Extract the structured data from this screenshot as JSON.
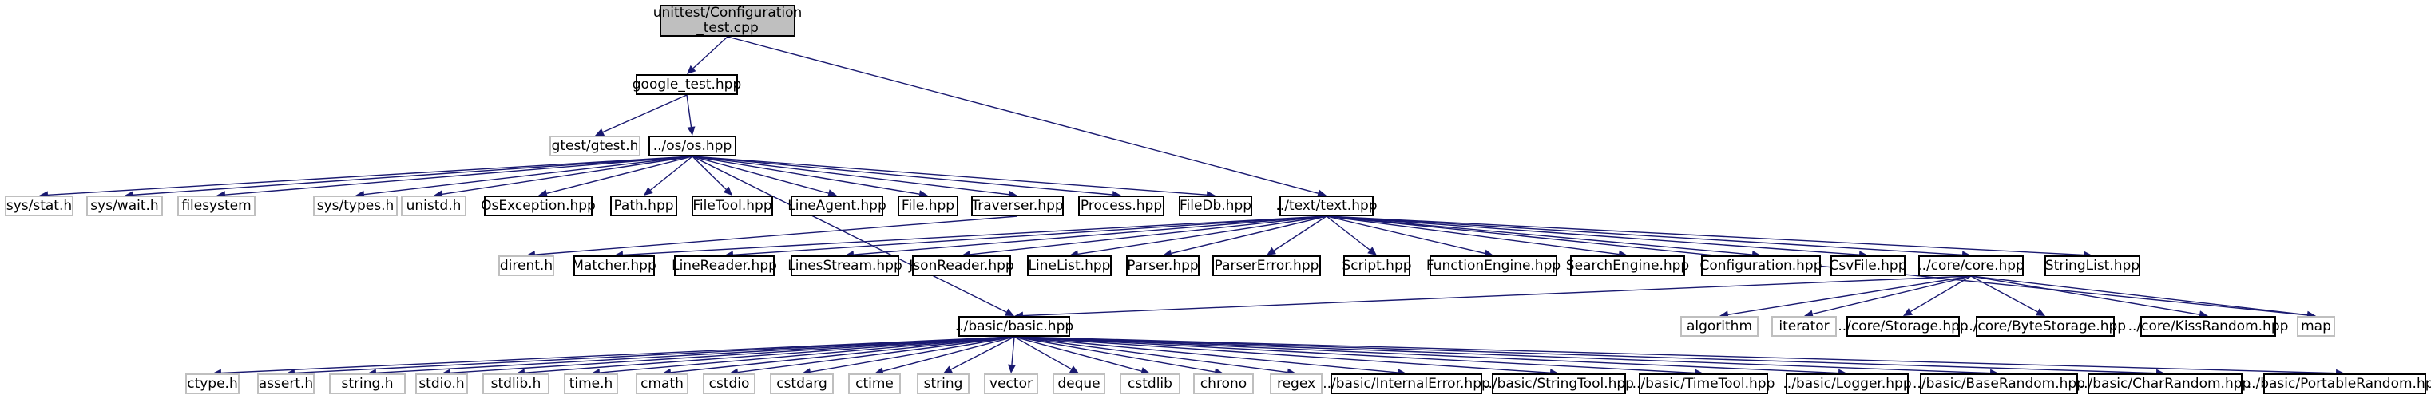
{
  "colors": {
    "edge": "#191970",
    "box_border": "#000000",
    "system_border": "#bfbfbf",
    "root_fill": "#bfbfbf",
    "background": "#ffffff"
  },
  "graph": {
    "root": {
      "line1": "unittest/Configuration",
      "line2": "_test.cpp"
    },
    "nodes": {
      "google_test": "google_test.hpp",
      "gtest": "gtest/gtest.h",
      "os": "../os/os.hpp",
      "text": "../text/text.hpp",
      "sys_stat": "sys/stat.h",
      "sys_wait": "sys/wait.h",
      "filesystem": "filesystem",
      "sys_types": "sys/types.h",
      "unistd": "unistd.h",
      "osexception": "OsException.hpp",
      "path": "Path.hpp",
      "filetool": "FileTool.hpp",
      "lineagent": "LineAgent.hpp",
      "file": "File.hpp",
      "traverser": "Traverser.hpp",
      "process": "Process.hpp",
      "filedb": "FileDb.hpp",
      "dirent": "dirent.h",
      "matcher": "Matcher.hpp",
      "linereader": "LineReader.hpp",
      "linesstream": "LinesStream.hpp",
      "jsonreader": "JsonReader.hpp",
      "linelist": "LineList.hpp",
      "parser": "Parser.hpp",
      "parsererror": "ParserError.hpp",
      "script": "Script.hpp",
      "functionengine": "FunctionEngine.hpp",
      "searchengine": "SearchEngine.hpp",
      "configuration": "Configuration.hpp",
      "csvfile": "CsvFile.hpp",
      "core": "../core/core.hpp",
      "stringlist": "StringList.hpp",
      "algorithm": "algorithm",
      "iterator": "iterator",
      "storage": "../core/Storage.hpp",
      "bytestorage": "../core/ByteStorage.hpp",
      "kissrandom": "../core/KissRandom.hpp",
      "map": "map",
      "basic": "../basic/basic.hpp",
      "ctype": "ctype.h",
      "assert": "assert.h",
      "string_h": "string.h",
      "stdio_h": "stdio.h",
      "stdlib_h": "stdlib.h",
      "time_h": "time.h",
      "cmath": "cmath",
      "cstdio": "cstdio",
      "cstdarg": "cstdarg",
      "ctime": "ctime",
      "string": "string",
      "vector": "vector",
      "deque": "deque",
      "cstdlib": "cstdlib",
      "chrono": "chrono",
      "regex": "regex",
      "internalerror": "../basic/InternalError.hpp",
      "stringtool": "../basic/StringTool.hpp",
      "timetool": "../basic/TimeTool.hpp",
      "logger": "../basic/Logger.hpp",
      "baserandom": "../basic/BaseRandom.hpp",
      "charrandom": "../basic/CharRandom.hpp",
      "portablerandom": "../basic/PortableRandom.hpp"
    }
  }
}
